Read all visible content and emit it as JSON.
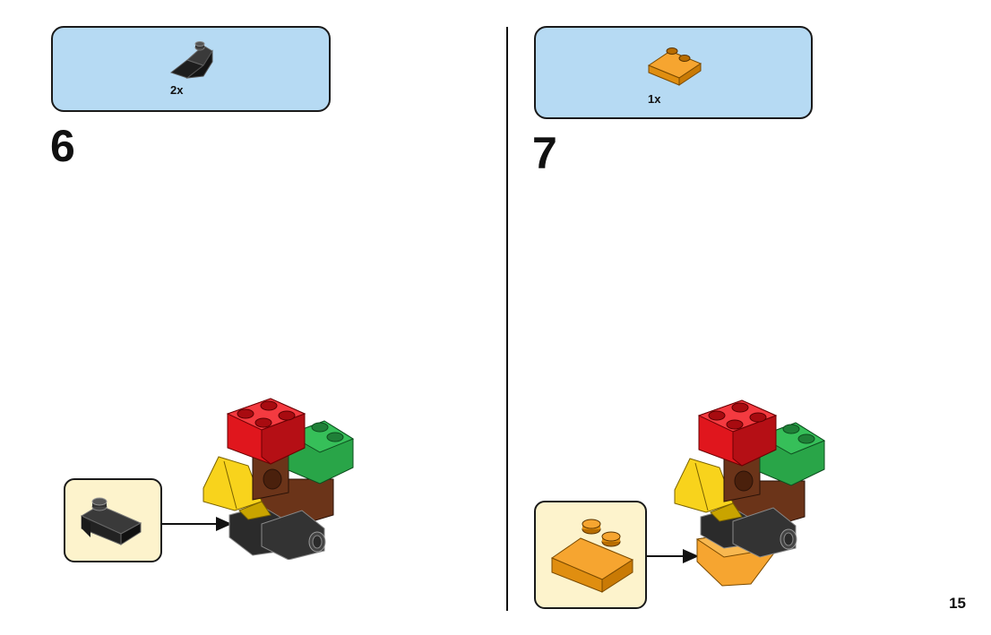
{
  "steps": [
    {
      "number": "6",
      "part_quantity": "2x",
      "part_color": "#2b2b2b",
      "part_name": "black-slope-brick-icon"
    },
    {
      "number": "7",
      "part_quantity": "1x",
      "part_color": "#f6a530",
      "part_name": "orange-slope-brick-icon"
    }
  ],
  "page_number": "15",
  "colors": {
    "parts_box_bg": "#b6daf3",
    "callout_bg": "#fdf3cc",
    "red": "#e0161d",
    "green": "#29a548",
    "yellow": "#f8d31c",
    "brown": "#6b3419",
    "black": "#2b2b2b",
    "orange": "#f6a530"
  }
}
